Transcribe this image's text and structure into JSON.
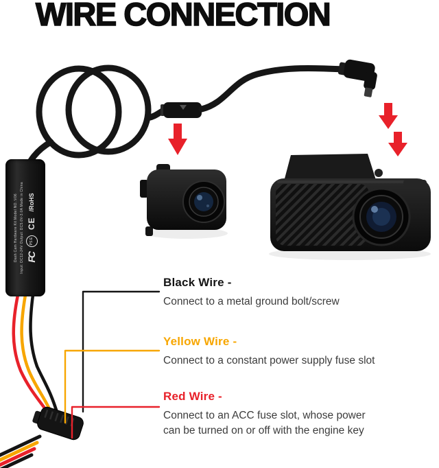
{
  "title": "WIRE CONNECTION",
  "kit": {
    "line1": "Dash Cam Hardware Kit  Model NO.:V06",
    "line2": "Input: DC12-24V  Output: DC5.0V-3.0A  Made in China",
    "fcc_mark": "FC",
    "pse_mark": "PS E",
    "ce_mark": "CE",
    "rohs_mark": "/RoHS"
  },
  "callouts": [
    {
      "heading": "Black Wire -",
      "body": "Connect to a metal ground bolt/screw"
    },
    {
      "heading": "Yellow Wire -",
      "body": "Connect to a constant power supply fuse slot"
    },
    {
      "heading": "Red Wire -",
      "body": "Connect to an ACC fuse slot, whose power\ncan be turned on or off with the engine key"
    }
  ],
  "colors": {
    "black_wire": "#141414",
    "yellow_wire": "#f7a600",
    "red_wire": "#e8212a",
    "arrow": "#e8212a",
    "body_text": "#3c3c3c"
  }
}
